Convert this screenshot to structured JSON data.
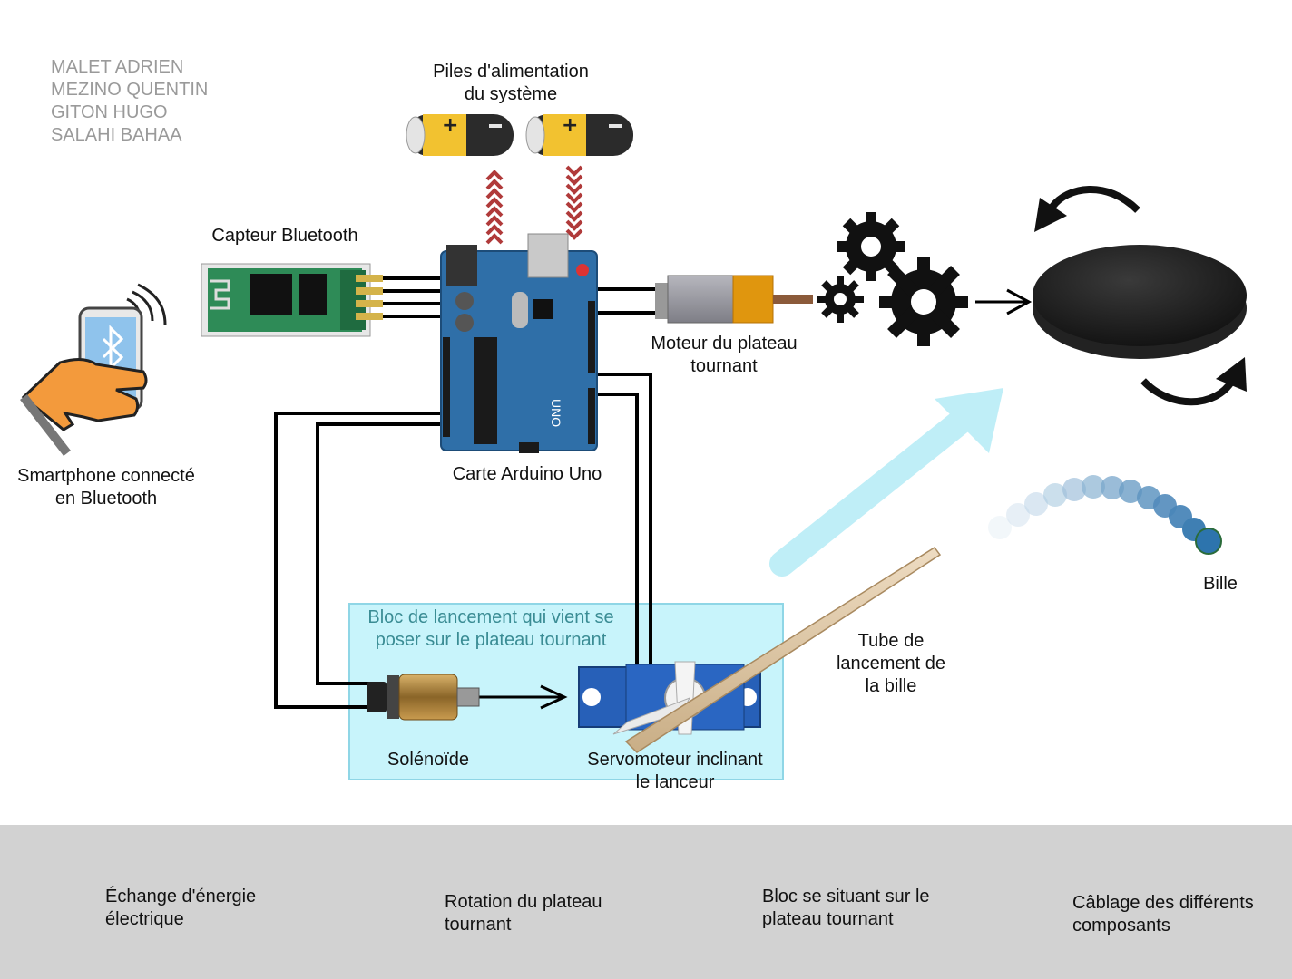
{
  "authors": "MALET ADRIEN\nMEZINO QUENTIN\nGITON HUGO\nSALAHI BAHAA",
  "labels": {
    "batteries": "Piles d'alimentation\ndu système",
    "bluetooth_sensor": "Capteur Bluetooth",
    "smartphone": "Smartphone connecté\nen Bluetooth",
    "arduino": "Carte Arduino Uno",
    "motor": "Moteur du plateau\ntournant",
    "marble": "Bille",
    "tube": "Tube de\nlancement de\nla bille",
    "launch_block": "Bloc de lancement qui vient se\nposer sur le plateau tournant",
    "solenoid": "Solénoïde",
    "servo": "Servomoteur inclinant\nle lanceur",
    "arduino_board_text": "UNO"
  },
  "legend": {
    "energy": "Échange d'énergie\nélectrique",
    "rotation": "Rotation du plateau\ntournant",
    "block": "Bloc se situant sur le\nplateau tournant",
    "wiring": "Câblage des différents\ncomposants"
  },
  "colors": {
    "wire": "#000000",
    "energy_chevron": "#b03a3a",
    "block_fill": "#c8f4fb",
    "block_border": "#8fd6e6",
    "block_arrow": "#bfeef7",
    "legend_bg": "#d2d2d2",
    "arduino_blue": "#2f6fa8",
    "bluetooth_green": "#2e8b57",
    "servo_blue": "#2760b8",
    "motor_orange": "#e0960e",
    "battery_yellow": "#f2c230"
  },
  "icons": [
    "battery-icon",
    "bluetooth-icon",
    "smartphone-icon",
    "gear-icon",
    "turntable-icon",
    "rotation-arrow-icon",
    "marble-icon",
    "servo-icon",
    "solenoid-icon",
    "tube-icon",
    "chevron-icon"
  ]
}
